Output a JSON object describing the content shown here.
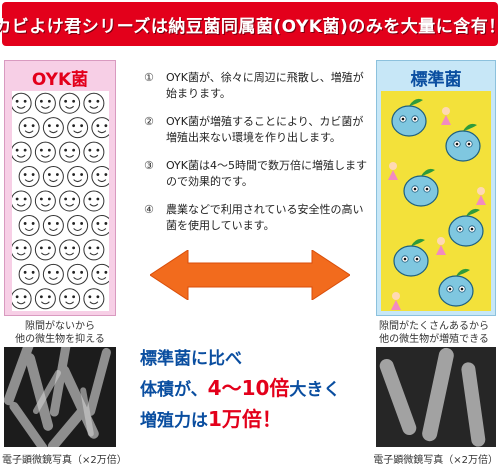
{
  "banner": {
    "title": "カビよけ君シリーズは納豆菌同属菌(OYK菌)のみを大量に含有！"
  },
  "left_panel": {
    "title": "OYK菌",
    "caption_line1": "隙間がないから",
    "caption_line2": "他の微生物を抑える",
    "photo_caption": "電子顕微鏡写真（×2万倍）"
  },
  "right_panel": {
    "title": "標準菌",
    "caption_line1": "隙間がたくさんあるから",
    "caption_line2": "他の微生物が増殖できる",
    "photo_caption": "電子顕微鏡写真（×2万倍）"
  },
  "points": [
    {
      "num": "①",
      "text": "OYK菌が、徐々に周辺に飛散し、増殖が始まります。"
    },
    {
      "num": "②",
      "text": "OYK菌が増殖することにより、カビ菌が増殖出来ない環境を作り出します。"
    },
    {
      "num": "③",
      "text": "OYK菌は4～5時間で数万倍に増殖しますので効果的です。"
    },
    {
      "num": "④",
      "text": "農業などで利用されている安全性の高い菌を使用しています。"
    }
  ],
  "comparison": {
    "line1": "標準菌に比べ",
    "line2_a": "体積が、",
    "line2_b": "4～10倍",
    "line2_c": "大きく",
    "line3_a": "増殖力は",
    "line3_b": "1万倍！"
  },
  "colors": {
    "banner_red": "#e3001b",
    "left_bg": "#f7cfe6",
    "right_bg": "#c7e7f7",
    "arrow_orange": "#f26b1d",
    "text_blue": "#0a4ea0"
  }
}
